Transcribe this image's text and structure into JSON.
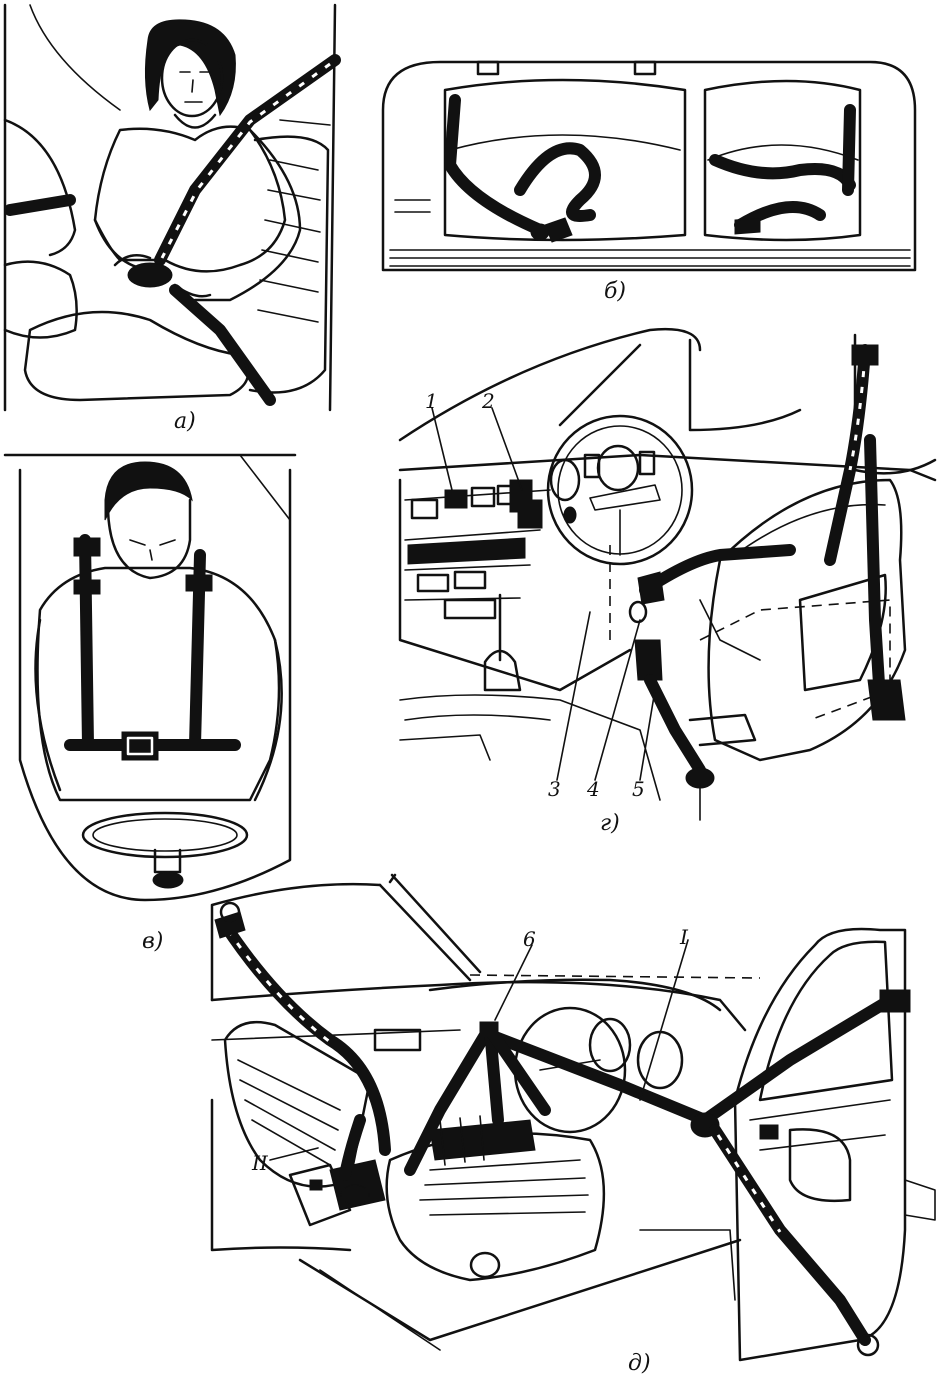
{
  "panels": {
    "a": {
      "caption": "а)"
    },
    "b": {
      "caption": "б)"
    },
    "v": {
      "caption": "в)"
    },
    "g": {
      "caption": "г)",
      "callouts": [
        "1",
        "2",
        "3",
        "4",
        "5"
      ]
    },
    "d": {
      "caption": "д)",
      "callouts": [
        "6",
        "I",
        "II"
      ]
    }
  }
}
